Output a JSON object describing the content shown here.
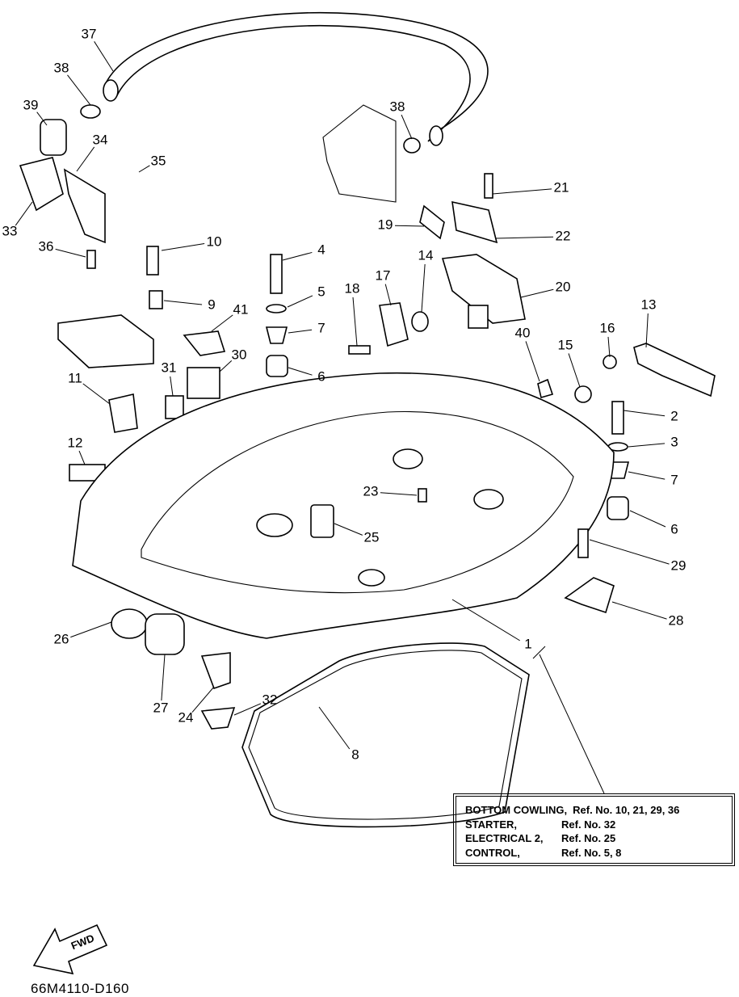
{
  "diagram_code": "66M4110-D160",
  "fwd_arrow_label": "FWD",
  "callouts": [
    "37",
    "38",
    "39",
    "34",
    "35",
    "33",
    "36",
    "10",
    "4",
    "5",
    "9",
    "41",
    "7",
    "31",
    "30",
    "6",
    "11",
    "12",
    "18",
    "17",
    "14",
    "19",
    "21",
    "22",
    "20",
    "38",
    "13",
    "16",
    "15",
    "40",
    "2",
    "3",
    "7",
    "6",
    "23",
    "25",
    "29",
    "28",
    "26",
    "1",
    "27",
    "24",
    "32",
    "8"
  ],
  "reference_table": [
    {
      "group": "BOTTOM COWLING,",
      "refs": "Ref. No. 10, 21, 29, 36"
    },
    {
      "group": "STARTER,",
      "refs": "Ref. No. 32"
    },
    {
      "group": "ELECTRICAL 2,",
      "refs": "Ref. No. 25"
    },
    {
      "group": "CONTROL,",
      "refs": "Ref. No. 5, 8"
    }
  ]
}
